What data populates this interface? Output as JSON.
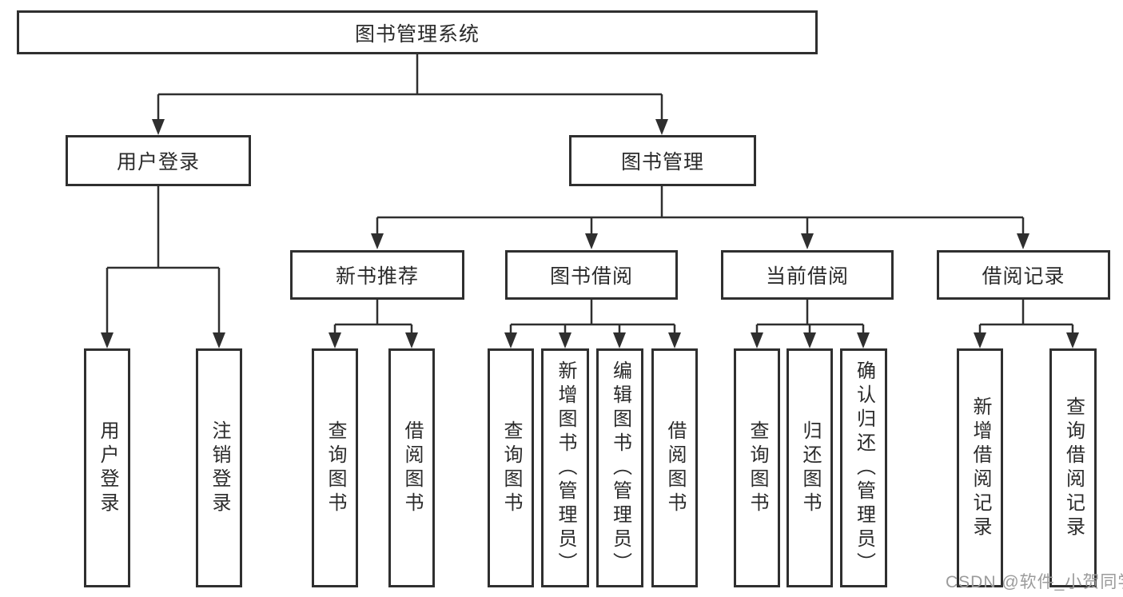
{
  "tree": {
    "root": "图书管理系统",
    "branches": [
      {
        "label": "用户登录",
        "children": [
          "用户登录",
          "注销登录"
        ]
      },
      {
        "label": "图书管理",
        "groups": [
          {
            "label": "新书推荐",
            "children": [
              "查询图书",
              "借阅图书"
            ]
          },
          {
            "label": "图书借阅",
            "children": [
              "查询图书",
              "新增图书（管理员）",
              "编辑图书（管理员）",
              "借阅图书"
            ]
          },
          {
            "label": "当前借阅",
            "children": [
              "查询图书",
              "归还图书",
              "确认归还（管理员）"
            ]
          },
          {
            "label": "借阅记录",
            "children": [
              "新增借阅记录",
              "查询借阅记录"
            ]
          }
        ]
      }
    ]
  },
  "watermark": {
    "text": "CSDN @软件_小贺同学"
  },
  "colors": {
    "line": "#2f2f2f",
    "box_border": "#2f2f2f",
    "text": "#2b2b2b",
    "watermark": "#9b9b9b",
    "background": "#ffffff"
  }
}
